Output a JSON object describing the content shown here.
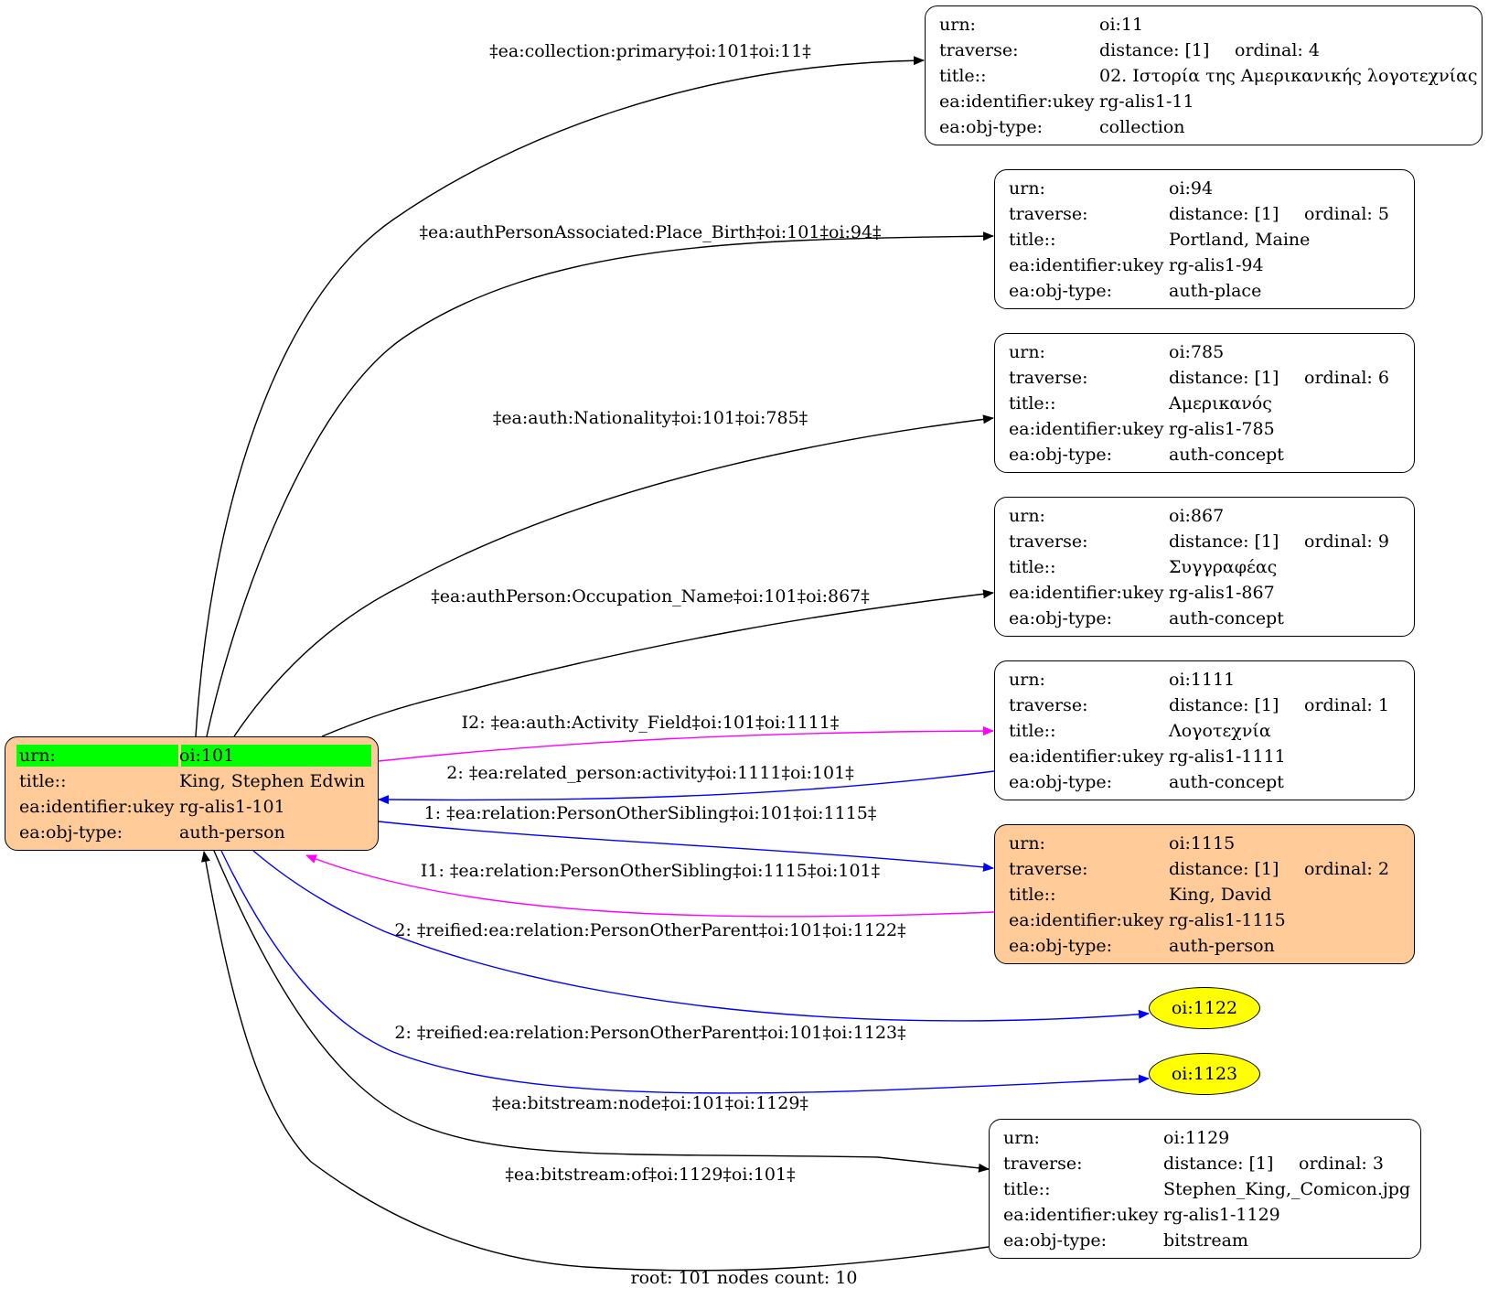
{
  "graph": {
    "footer": "root: 101 nodes count: 10",
    "colors": {
      "person_fill": "#ffcc99",
      "highlight": "#00ff00",
      "ellipse_fill": "#ffff00",
      "edge_black": "#000000",
      "edge_blue": "#0000ff",
      "edge_magenta": "#ff00ff"
    },
    "root": {
      "urn_label": "urn:",
      "urn": "oi:101",
      "title_label": "title::",
      "title": "King, Stephen Edwin",
      "ukey_label": "ea:identifier:ukey",
      "ukey": "rg-alis1-101",
      "type_label": "ea:obj-type:",
      "type": "auth-person"
    },
    "nodes": [
      {
        "urn_label": "urn:",
        "urn": "oi:11",
        "traverse_label": "traverse:",
        "distance": "distance: [1]",
        "ordinal": "ordinal: 4",
        "title_label": "title::",
        "title": "02. Ιστορία της Αμερικανικής λογοτεχνίας",
        "ukey_label": "ea:identifier:ukey",
        "ukey": "rg-alis1-11",
        "type_label": "ea:obj-type:",
        "type": "collection"
      },
      {
        "urn_label": "urn:",
        "urn": "oi:94",
        "traverse_label": "traverse:",
        "distance": "distance: [1]",
        "ordinal": "ordinal: 5",
        "title_label": "title::",
        "title": "Portland, Maine",
        "ukey_label": "ea:identifier:ukey",
        "ukey": "rg-alis1-94",
        "type_label": "ea:obj-type:",
        "type": "auth-place"
      },
      {
        "urn_label": "urn:",
        "urn": "oi:785",
        "traverse_label": "traverse:",
        "distance": "distance: [1]",
        "ordinal": "ordinal: 6",
        "title_label": "title::",
        "title": "Αμερικανός",
        "ukey_label": "ea:identifier:ukey",
        "ukey": "rg-alis1-785",
        "type_label": "ea:obj-type:",
        "type": "auth-concept"
      },
      {
        "urn_label": "urn:",
        "urn": "oi:867",
        "traverse_label": "traverse:",
        "distance": "distance: [1]",
        "ordinal": "ordinal: 9",
        "title_label": "title::",
        "title": "Συγγραφέας",
        "ukey_label": "ea:identifier:ukey",
        "ukey": "rg-alis1-867",
        "type_label": "ea:obj-type:",
        "type": "auth-concept"
      },
      {
        "urn_label": "urn:",
        "urn": "oi:1111",
        "traverse_label": "traverse:",
        "distance": "distance: [1]",
        "ordinal": "ordinal: 1",
        "title_label": "title::",
        "title": "Λογοτεχνία",
        "ukey_label": "ea:identifier:ukey",
        "ukey": "rg-alis1-1111",
        "type_label": "ea:obj-type:",
        "type": "auth-concept"
      },
      {
        "urn_label": "urn:",
        "urn": "oi:1115",
        "traverse_label": "traverse:",
        "distance": "distance: [1]",
        "ordinal": "ordinal: 2",
        "title_label": "title::",
        "title": "King, David",
        "ukey_label": "ea:identifier:ukey",
        "ukey": "rg-alis1-1115",
        "type_label": "ea:obj-type:",
        "type": "auth-person"
      },
      {
        "urn_label": "urn:",
        "urn": "oi:1129",
        "traverse_label": "traverse:",
        "distance": "distance: [1]",
        "ordinal": "ordinal: 3",
        "title_label": "title::",
        "title": "Stephen_King,_Comicon.jpg",
        "ukey_label": "ea:identifier:ukey",
        "ukey": "rg-alis1-1129",
        "type_label": "ea:obj-type:",
        "type": "bitstream"
      }
    ],
    "ellipses": [
      {
        "label": "oi:1122"
      },
      {
        "label": "oi:1123"
      }
    ],
    "edges": [
      {
        "label": "‡ea:collection:primary‡oi:101‡oi:11‡"
      },
      {
        "label": "‡ea:authPersonAssociated:Place_Birth‡oi:101‡oi:94‡"
      },
      {
        "label": "‡ea:auth:Nationality‡oi:101‡oi:785‡"
      },
      {
        "label": "‡ea:authPerson:Occupation_Name‡oi:101‡oi:867‡"
      },
      {
        "label": "I2: ‡ea:auth:Activity_Field‡oi:101‡oi:1111‡"
      },
      {
        "label": "2: ‡ea:related_person:activity‡oi:1111‡oi:101‡"
      },
      {
        "label": "1: ‡ea:relation:PersonOtherSibling‡oi:101‡oi:1115‡"
      },
      {
        "label": "I1: ‡ea:relation:PersonOtherSibling‡oi:1115‡oi:101‡"
      },
      {
        "label": "2: ‡reified:ea:relation:PersonOtherParent‡oi:101‡oi:1122‡"
      },
      {
        "label": "2: ‡reified:ea:relation:PersonOtherParent‡oi:101‡oi:1123‡"
      },
      {
        "label": "‡ea:bitstream:node‡oi:101‡oi:1129‡"
      },
      {
        "label": "‡ea:bitstream:of‡oi:1129‡oi:101‡"
      }
    ]
  }
}
